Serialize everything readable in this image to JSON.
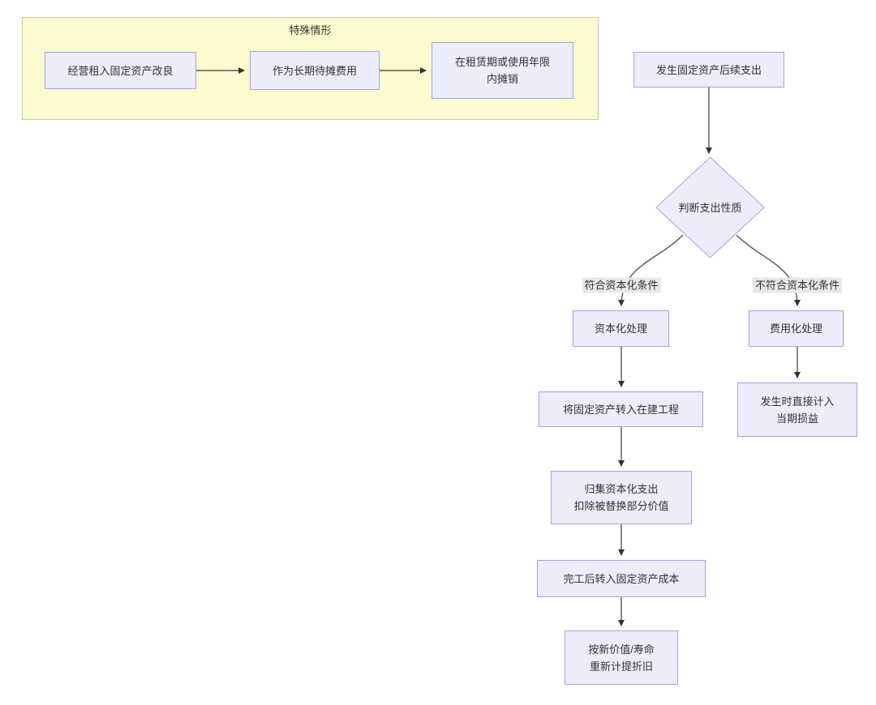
{
  "diagram": {
    "cluster": {
      "title": "特殊情形",
      "nodes": {
        "improve": "经营租入固定资产改良",
        "longterm": "作为长期待摊费用",
        "amortize": "在租赁期或使用年限\n内摊销"
      }
    },
    "main": {
      "start": "发生固定资产后续支出",
      "decision": "判断支出性质",
      "branch_left_label": "符合资本化条件",
      "branch_right_label": "不符合资本化条件",
      "capitalize": "资本化处理",
      "expense": "费用化处理",
      "cip": "将固定资产转入在建工程",
      "direct": "发生时直接计入\n当期损益",
      "collect": "归集资本化支出\n扣除被替换部分价值",
      "complete": "完工后转入固定资产成本",
      "redepreciate": "按新价值/寿命\n重新计提折旧"
    },
    "colors": {
      "node_fill": "#ECECFB",
      "node_border": "#A6A2DC",
      "cluster_fill": "#FBFBCF",
      "cluster_border": "#C9C999",
      "edge_label_bg": "#E8E8E8",
      "line": "#555555",
      "arrowhead": "#333333",
      "text": "#333333"
    }
  }
}
